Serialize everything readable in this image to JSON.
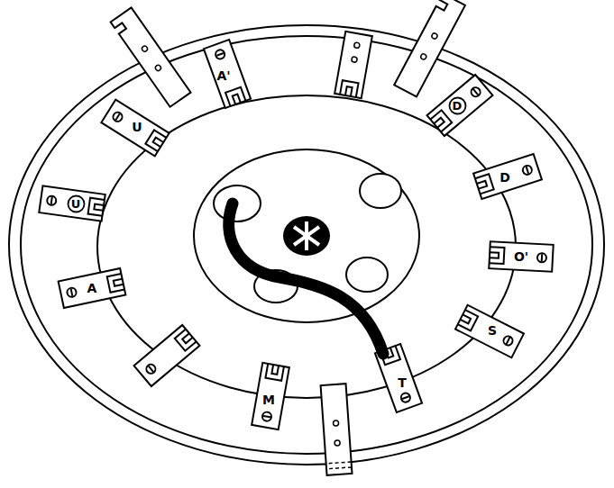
{
  "diagram": {
    "nodes": [
      {
        "text": [
          "D"
        ]
      },
      {
        "text": [
          "U"
        ]
      }
    ],
    "labels": [
      "A'",
      "D",
      "O'",
      "S",
      "T",
      "M",
      "A",
      "U"
    ]
  }
}
